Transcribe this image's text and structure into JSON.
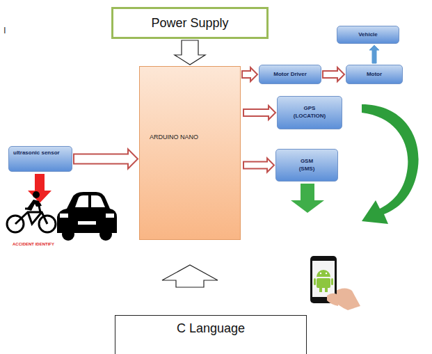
{
  "diagram": {
    "nodes": [
      {
        "text": [
          "Power Supply"
        ]
      },
      {
        "text": [
          "ARDUINO NANO"
        ]
      },
      {
        "text": [
          "Vehicle"
        ]
      },
      {
        "text": [
          "Motor Driver"
        ]
      },
      {
        "text": [
          "Motor"
        ]
      },
      {
        "text": [
          "GPS",
          "(LOCATION)"
        ]
      },
      {
        "text": [
          "GSM",
          "(SMS)"
        ]
      },
      {
        "text": [
          "ultrasonic sensor"
        ]
      },
      {
        "text": [
          "C Language"
        ]
      }
    ],
    "edges": [
      {
        "from": 0,
        "to": 1,
        "arrow": "to"
      },
      {
        "from": 1,
        "to": 3,
        "arrow": "to"
      },
      {
        "from": 3,
        "to": 4,
        "arrow": "to"
      },
      {
        "from": 4,
        "to": 2,
        "arrow": "to"
      },
      {
        "from": 1,
        "to": 5,
        "arrow": "to"
      },
      {
        "from": 1,
        "to": 6,
        "arrow": "to"
      },
      {
        "from": 7,
        "to": 1,
        "arrow": "to"
      },
      {
        "from": 8,
        "to": 1,
        "arrow": "to"
      }
    ],
    "labels": [
      "I",
      "ACCIDENT IDENTIFY"
    ]
  }
}
